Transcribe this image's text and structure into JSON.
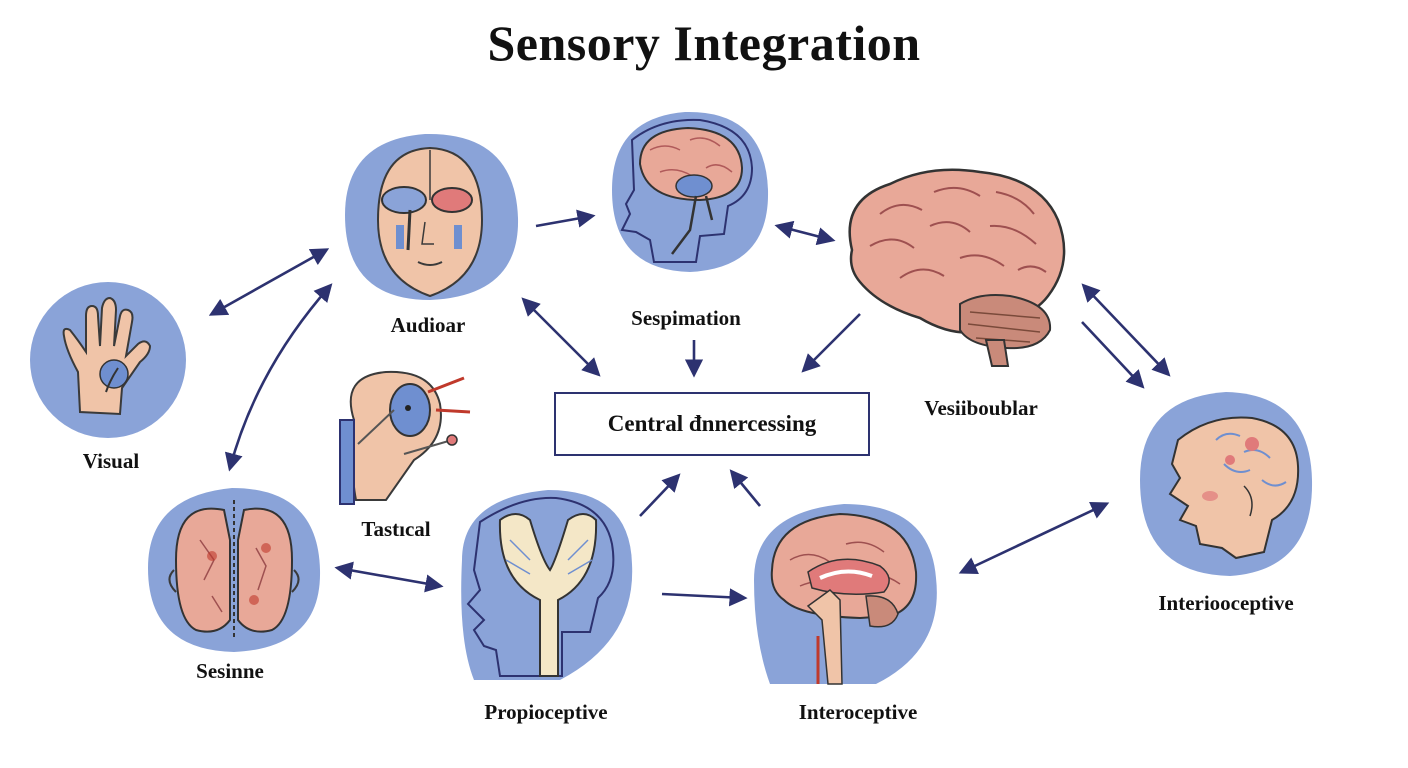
{
  "title": "Sensory Integration",
  "central": "Central đnnercessing",
  "labels": {
    "audioar": "Audioar",
    "sespimation": "Sespimation",
    "visual": "Visual",
    "vesiiboublar": "Vesiiboublar",
    "tastical": "Tastıcal",
    "sesinne": "Sesinne",
    "propioceptive": "Propioceptive",
    "interoceptive": "Interoceptive",
    "interiooceptive": "Interiooceptive"
  },
  "colors": {
    "bubble": "#8aa3d8",
    "skin": "#f0c4a8",
    "brain": "#e8a898",
    "brain_red": "#e07a7a",
    "arrow": "#2d3270",
    "blue_organ": "#6f8fd0"
  },
  "icons": [
    "hand-icon",
    "face-eyes-icon",
    "head-brain-icon",
    "brain-icon",
    "ear-icon",
    "lungs-icon",
    "spine-head-icon",
    "sagittal-brain-icon",
    "head-neurons-icon"
  ]
}
